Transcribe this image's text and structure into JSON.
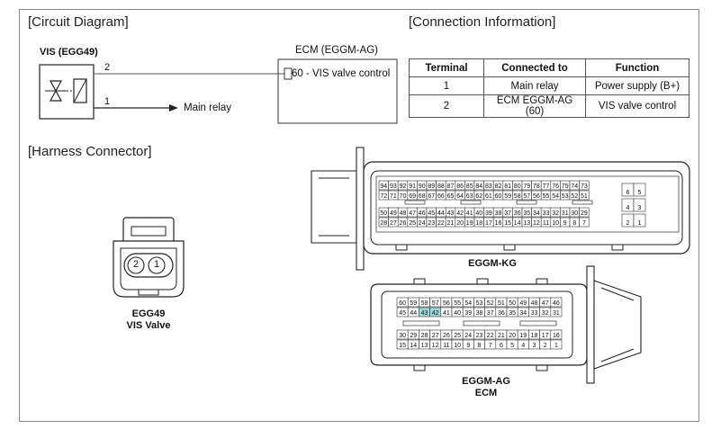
{
  "sections": {
    "circuit": "[Circuit Diagram]",
    "connection": "[Connection Information]",
    "harness": "[Harness Connector]"
  },
  "circuit": {
    "vis_label": "VIS (EGG49)",
    "pin2": "2",
    "pin1": "1",
    "main_relay": "Main relay",
    "ecm_label": "ECM (EGGM-AG)",
    "ecm_pin": "60 - VIS valve control"
  },
  "table": {
    "headers": [
      "Terminal",
      "Connected to",
      "Function"
    ],
    "rows": [
      [
        "1",
        "Main relay",
        "Power supply (B+)"
      ],
      [
        "2",
        "ECM EGGM-AG (60)",
        "VIS valve control"
      ]
    ]
  },
  "egg49": {
    "pin2": "2",
    "pin1": "1",
    "name": "EGG49",
    "desc": "VIS Valve"
  },
  "kg": {
    "label": "EGGM-KG",
    "row1": [
      "94",
      "93",
      "92",
      "91",
      "90",
      "89",
      "88",
      "87",
      "86",
      "85",
      "84",
      "83",
      "82",
      "81",
      "80",
      "79",
      "78",
      "77",
      "76",
      "75",
      "74",
      "73"
    ],
    "row2": [
      "72",
      "71",
      "70",
      "69",
      "68",
      "67",
      "66",
      "65",
      "64",
      "63",
      "62",
      "61",
      "60",
      "59",
      "58",
      "57",
      "56",
      "55",
      "54",
      "53",
      "52",
      "51"
    ],
    "row3": [
      "50",
      "49",
      "48",
      "47",
      "46",
      "45",
      "44",
      "43",
      "42",
      "41",
      "40",
      "39",
      "38",
      "37",
      "36",
      "35",
      "34",
      "33",
      "32",
      "31",
      "30",
      "29"
    ],
    "row4": [
      "28",
      "27",
      "26",
      "25",
      "24",
      "23",
      "22",
      "21",
      "20",
      "19",
      "18",
      "17",
      "16",
      "15",
      "14",
      "13",
      "12",
      "11",
      "10",
      "9",
      "8",
      "7"
    ],
    "side": [
      "6",
      "5",
      "4",
      "3",
      "2",
      "1"
    ]
  },
  "ag": {
    "label1": "EGGM-AG",
    "label2": "ECM",
    "row1": [
      "60",
      "59",
      "58",
      "57",
      "56",
      "55",
      "54",
      "53",
      "52",
      "51",
      "50",
      "49",
      "48",
      "47",
      "46"
    ],
    "row2": [
      "45",
      "44",
      "43",
      "42",
      "41",
      "40",
      "39",
      "38",
      "37",
      "36",
      "35",
      "34",
      "33",
      "32",
      "31"
    ],
    "row3": [
      "30",
      "29",
      "28",
      "27",
      "26",
      "25",
      "24",
      "23",
      "22",
      "21",
      "20",
      "19",
      "18",
      "17",
      "16"
    ],
    "row4": [
      "15",
      "14",
      "13",
      "12",
      "11",
      "10",
      "9",
      "8",
      "7",
      "6",
      "5",
      "4",
      "3",
      "2",
      "1"
    ],
    "highlight": [
      "43",
      "42"
    ],
    "highlight_color": "#9fd8d8"
  }
}
